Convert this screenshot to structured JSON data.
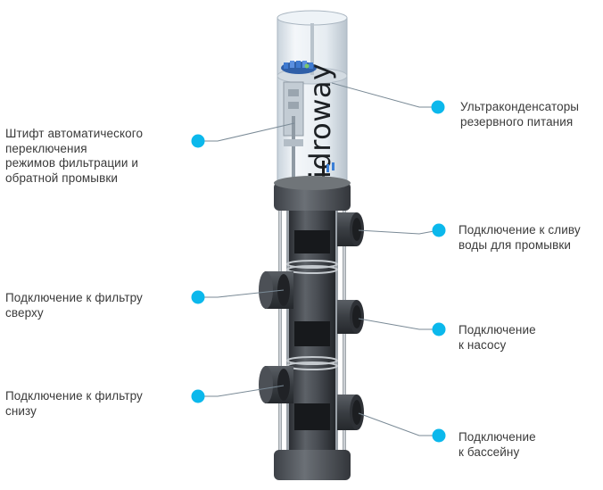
{
  "device": {
    "brand": "idroway"
  },
  "labels": {
    "backup_capacitors": "Ультраконденсаторы\nрезервного питания",
    "auto_switch_pin": "Штифт автоматического\nпереключения\nрежимов фильтрации и\nобратной промывки",
    "drain_connection": "Подключение к сливу\nводы для промывки",
    "filter_top_connection": "Подключение к фильтру\nсверху",
    "pump_connection": "Подключение\nк насосу",
    "filter_bottom_connection": "Подключение к фильтру\nснизу",
    "pool_connection": "Подключение\nк бассейну"
  },
  "colors": {
    "marker": "#0bb8ec",
    "leader_line": "#7a8a96",
    "text": "#3a3a3a",
    "body_dark": "#3b3f45",
    "body_mid": "#55595f",
    "glass": "#dfe7ee"
  }
}
